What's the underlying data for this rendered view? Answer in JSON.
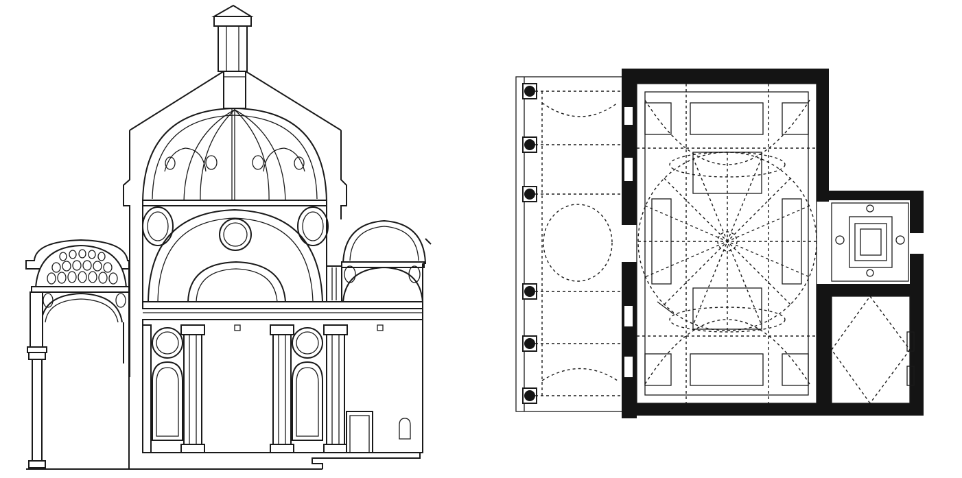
{
  "figure": {
    "panels": [
      {
        "id": "section",
        "kind": "cross-section elevation"
      },
      {
        "id": "plan",
        "kind": "floor plan"
      }
    ]
  },
  "colors": {
    "ink": "#1a1a1a",
    "wall": "#141414",
    "paper": "#ffffff"
  }
}
